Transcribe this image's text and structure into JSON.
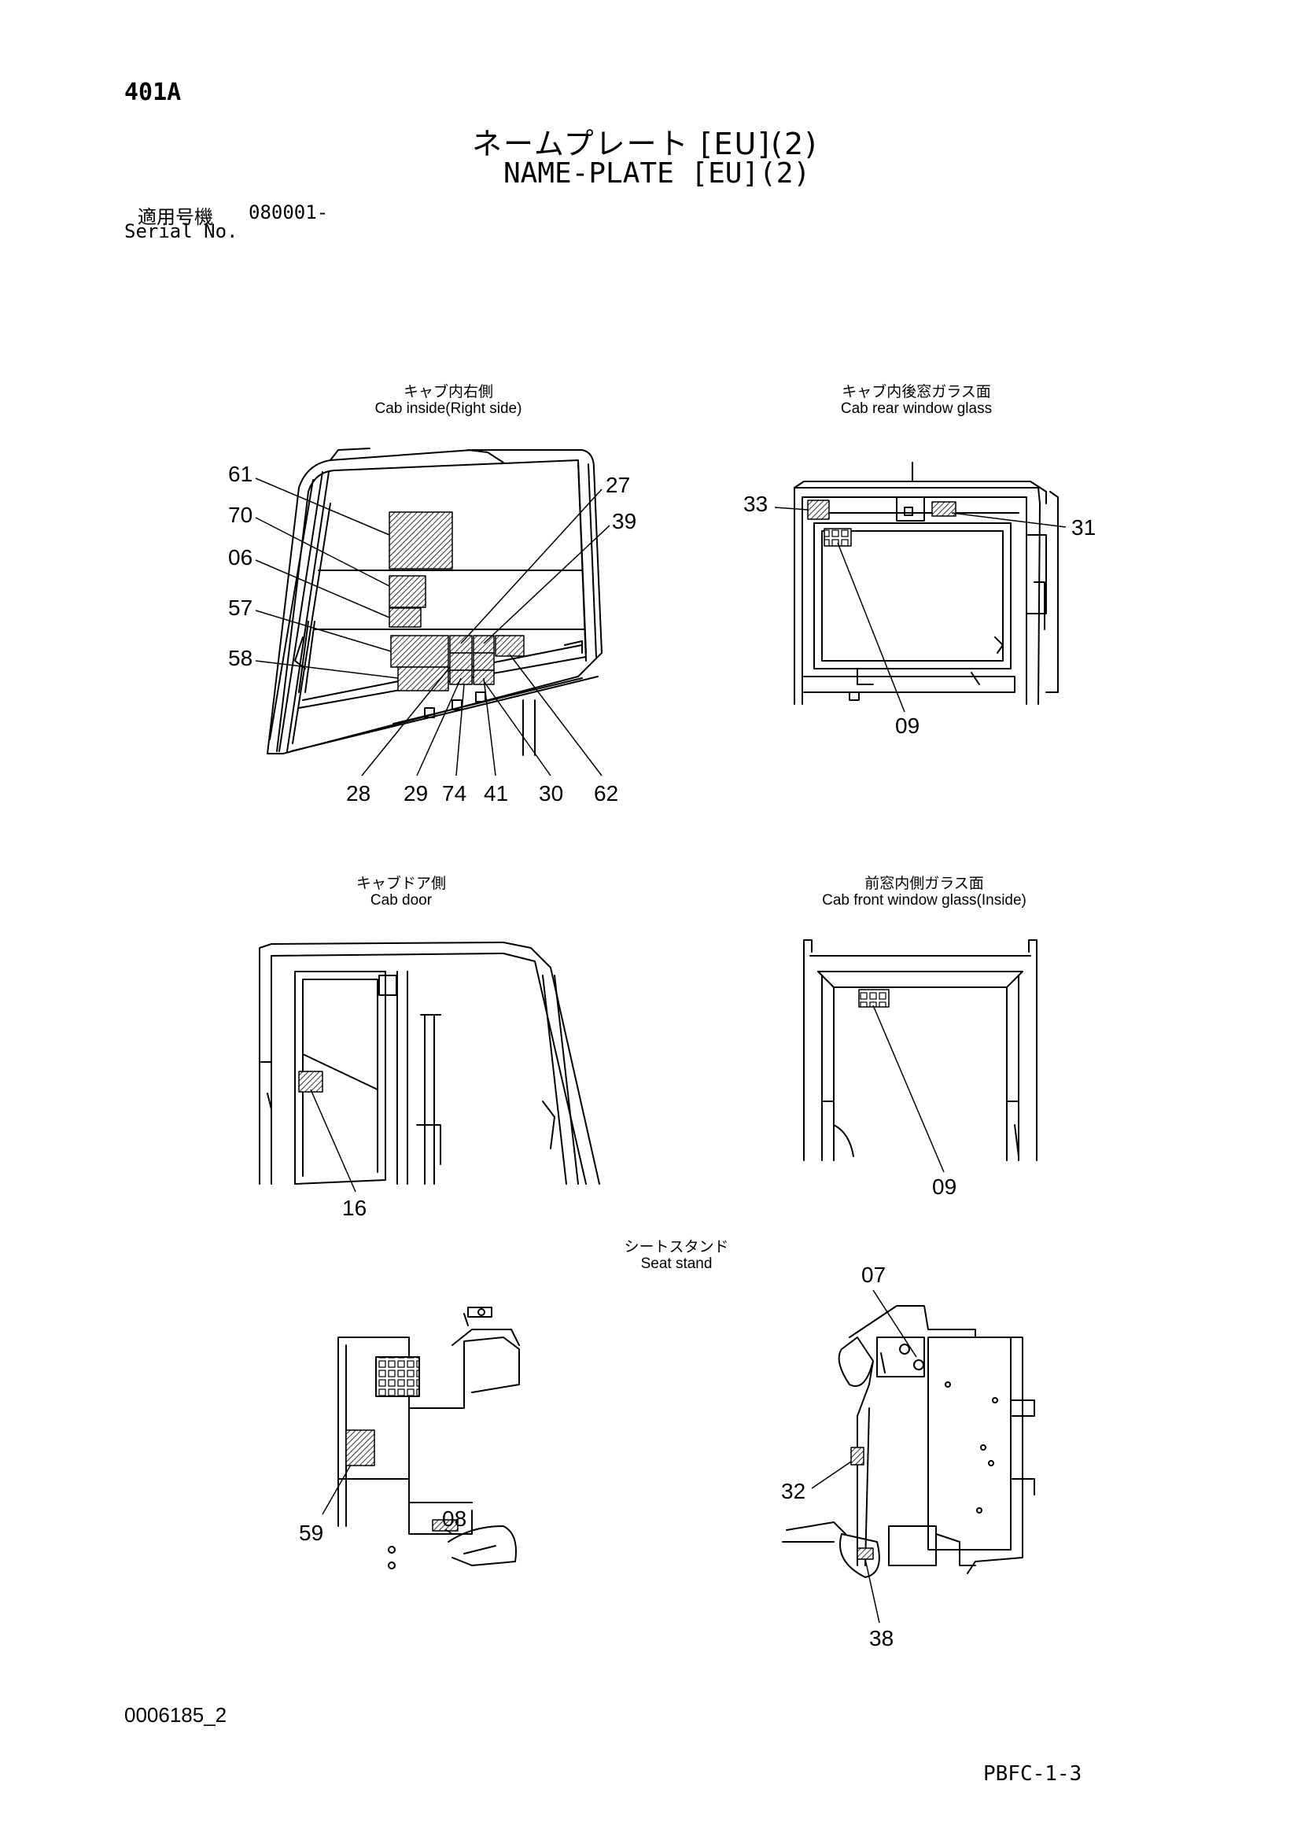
{
  "header": {
    "page_code": "401A",
    "title_jp": "ネームプレート [EU](2)",
    "title_en": "NAME-PLATE [EU](2)",
    "serial_label_jp": "適用号機",
    "serial_value": "080001-",
    "serial_label_en": "Serial No."
  },
  "views": {
    "cab_inside_right": {
      "caption_jp": "キャブ内右側",
      "caption_en": "Cab inside(Right side)",
      "callouts": [
        "61",
        "70",
        "06",
        "57",
        "58",
        "27",
        "39",
        "28",
        "29",
        "74",
        "41",
        "30",
        "62"
      ]
    },
    "cab_rear_window": {
      "caption_jp": "キャブ内後窓ガラス面",
      "caption_en": "Cab rear window glass",
      "callouts": [
        "33",
        "31",
        "09"
      ]
    },
    "cab_door": {
      "caption_jp": "キャブドア側",
      "caption_en": "Cab door",
      "callouts": [
        "16"
      ]
    },
    "cab_front_window": {
      "caption_jp": "前窓内側ガラス面",
      "caption_en": "Cab front window glass(Inside)",
      "callouts": [
        "09"
      ]
    },
    "seat_stand": {
      "caption_jp": "シートスタンド",
      "caption_en": "Seat stand",
      "callouts": [
        "59",
        "08",
        "07",
        "32",
        "38"
      ]
    }
  },
  "footer": {
    "doc_number": "0006185_2",
    "page_ref": "PBFC-1-3"
  }
}
